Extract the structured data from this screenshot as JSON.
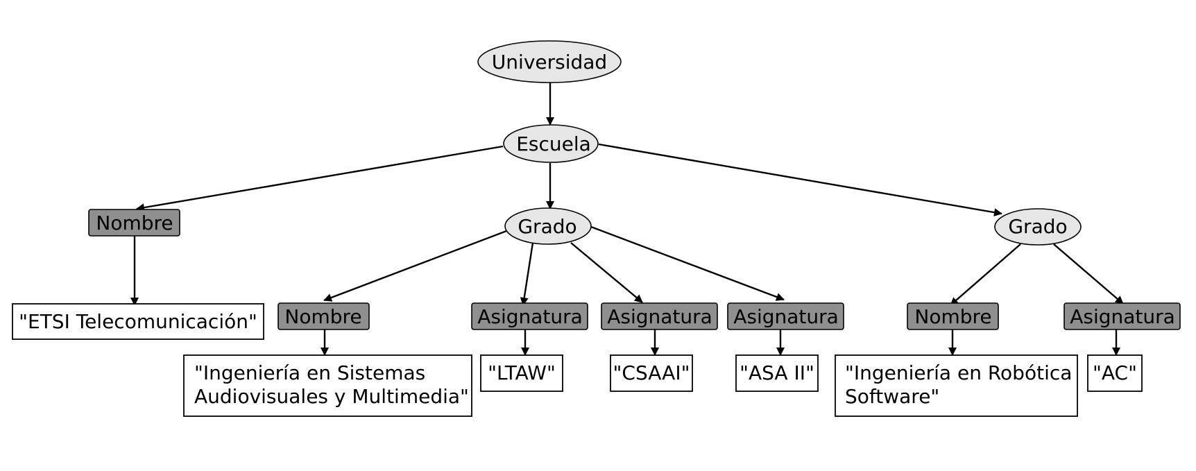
{
  "diagram": {
    "colors": {
      "ellipse_fill": "#e6e6e6",
      "element_fill": "#8f8f8f",
      "value_fill": "#ffffff",
      "stroke": "#000000"
    },
    "nodes": {
      "universidad": "Universidad",
      "escuela": "Escuela",
      "nombre_escuela": "Nombre",
      "nombre_escuela_value": "\"ETSI Telecomunicación\"",
      "grado_1": "Grado",
      "grado_1_nombre": "Nombre",
      "grado_1_nombre_value_line1": "\"Ingeniería en Sistemas",
      "grado_1_nombre_value_line2": "Audiovisuales y Multimedia\"",
      "grado_1_asignatura_1": "Asignatura",
      "grado_1_asignatura_1_value": "\"LTAW\"",
      "grado_1_asignatura_2": "Asignatura",
      "grado_1_asignatura_2_value": "\"CSAAI\"",
      "grado_1_asignatura_3": "Asignatura",
      "grado_1_asignatura_3_value": "\"ASA II\"",
      "grado_2": "Grado",
      "grado_2_nombre": "Nombre",
      "grado_2_nombre_value_line1": "\"Ingeniería en Robótica",
      "grado_2_nombre_value_line2": "Software\"",
      "grado_2_asignatura": "Asignatura",
      "grado_2_asignatura_value": "\"AC\""
    }
  }
}
